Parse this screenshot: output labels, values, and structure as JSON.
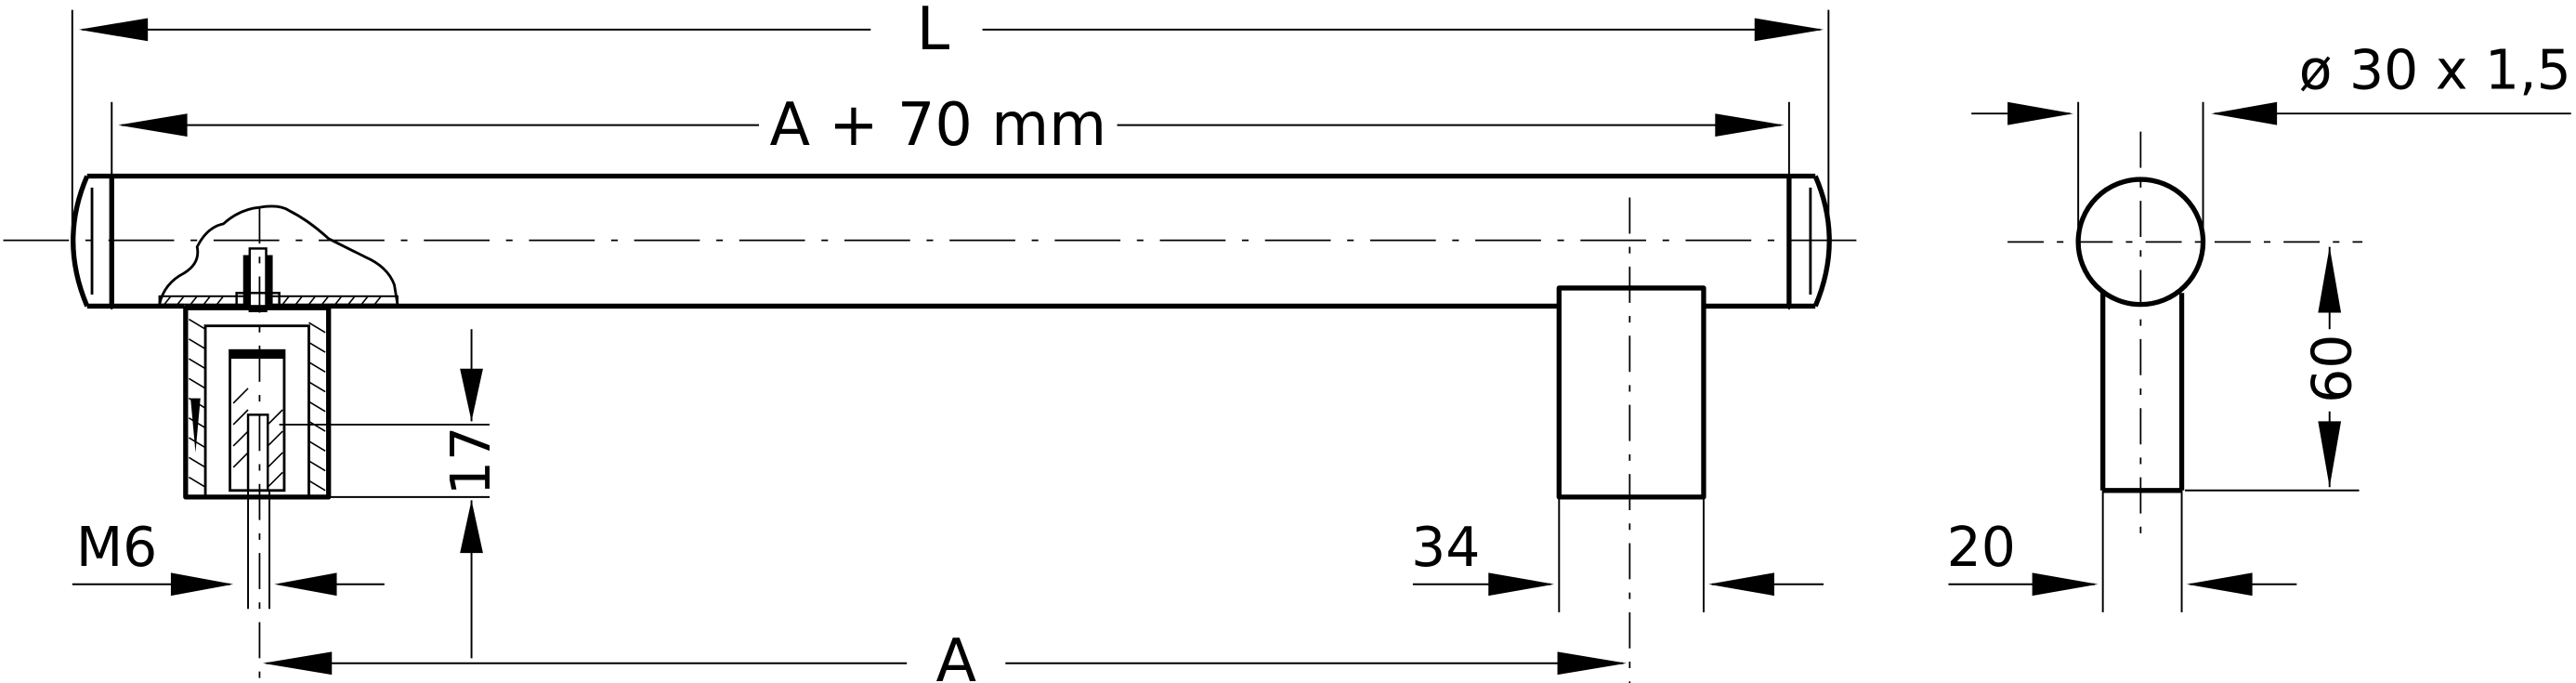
{
  "drawing": {
    "title": "Bar handle technical drawing",
    "views": [
      "front-view-with-section",
      "side-view"
    ],
    "dimensions": {
      "overall_length": "L",
      "bar_length": "A + 70 mm",
      "hole_spacing": "A",
      "tube_diameter": "ø 30 x 1,5",
      "thread": "M6",
      "screw_depth": "17",
      "foot_width": "34",
      "foot_diameter_side": "20",
      "standoff_height": "60"
    },
    "colors": {
      "line": "#000000",
      "background": "#ffffff"
    }
  }
}
